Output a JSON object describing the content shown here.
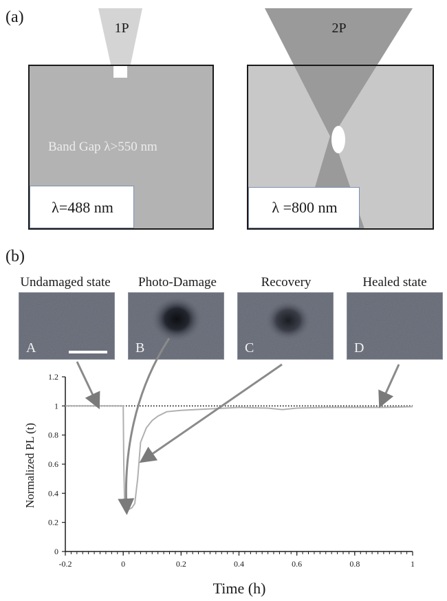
{
  "panel_a": {
    "tag": "(a)",
    "left": {
      "beam_label": "1P",
      "band_gap": "Band Gap λ>550 nm",
      "wavelength": "λ=488 nm"
    },
    "right": {
      "beam_label": "2P",
      "wavelength": "λ =800 nm"
    }
  },
  "panel_b": {
    "tag": "(b)",
    "states": [
      {
        "title": "Undamaged state",
        "letter": "A"
      },
      {
        "title": "Photo-Damage",
        "letter": "B"
      },
      {
        "title": "Recovery",
        "letter": "C"
      },
      {
        "title": "Healed state",
        "letter": "D"
      }
    ]
  },
  "chart_data": {
    "type": "line",
    "xlabel": "Time (h)",
    "ylabel": "Normalized PL (t)",
    "xlim": [
      -0.2,
      1.0
    ],
    "ylim": [
      0,
      1.2
    ],
    "xticks": [
      "-0.2",
      "0",
      "0.2",
      "0.4",
      "0.6",
      "0.8",
      "1"
    ],
    "yticks": [
      "0",
      "0.2",
      "0.4",
      "0.6",
      "0.8",
      "1",
      "1.2"
    ],
    "grid": false,
    "series": [
      {
        "style": "dotted",
        "color": "#3a3a3a",
        "x": [
          -0.2,
          0.0,
          0.2,
          0.4,
          0.6,
          0.8,
          1.0
        ],
        "y": [
          1.0,
          1.0,
          1.0,
          1.0,
          1.0,
          1.0,
          1.0
        ]
      },
      {
        "style": "solid",
        "color": "#b0b0b0",
        "x": [
          -0.2,
          -0.1,
          0.0,
          0.002,
          0.005,
          0.01,
          0.02,
          0.03,
          0.04,
          0.05,
          0.06,
          0.08,
          0.1,
          0.12,
          0.15,
          0.2,
          0.25,
          0.3,
          0.4,
          0.5,
          0.55,
          0.6,
          0.7,
          0.8,
          0.9,
          1.0
        ],
        "y": [
          1.0,
          1.0,
          1.0,
          0.6,
          0.31,
          0.29,
          0.29,
          0.3,
          0.33,
          0.5,
          0.75,
          0.85,
          0.9,
          0.93,
          0.96,
          0.97,
          0.975,
          0.98,
          0.99,
          0.985,
          0.975,
          0.985,
          0.99,
          0.99,
          0.99,
          0.995
        ]
      }
    ]
  }
}
